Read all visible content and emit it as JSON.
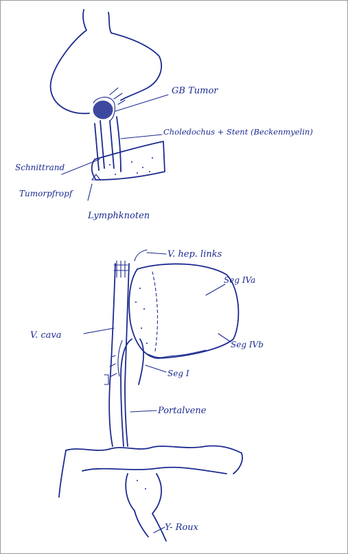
{
  "figure1": {
    "labels": {
      "gb_tumor": "GB Tumor",
      "choledochus": "Choledochus + Stent (Beckenmyelin)",
      "schnittrand": "Schnittrand",
      "tumorpfropf": "Tumorpfropf",
      "lymphknoten": "Lymphknoten"
    }
  },
  "figure2": {
    "labels": {
      "v_hep_links": "V. hep. links",
      "seg_4a": "Seg IVa",
      "v_cava": "V. cava",
      "seg_4b": "Seg IVb",
      "seg_1": "Seg I",
      "portalvene": "Portalvene",
      "y_roux": "Y- Roux"
    }
  },
  "colors": {
    "ink": "#1b2a8f",
    "paper": "#ffffff",
    "border": "#9a9a9a"
  }
}
